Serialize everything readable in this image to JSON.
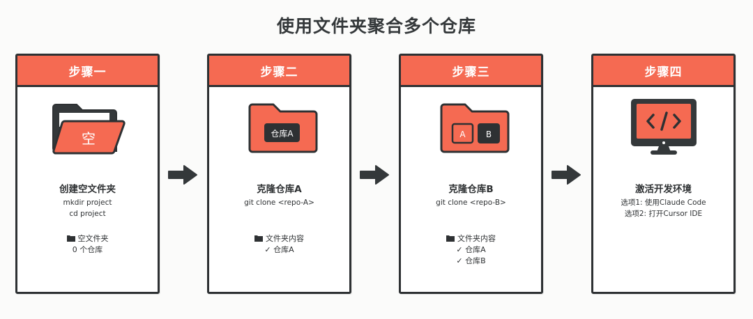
{
  "title": "使用文件夹聚合多个仓库",
  "colors": {
    "accent": "#f56a52",
    "dark": "#2e3133",
    "background": "#fbfbfa"
  },
  "steps": [
    {
      "header": "步骤一",
      "icon": "open-folder-icon",
      "icon_label": "空",
      "title": "创建空文件夹",
      "commands": [
        "mkdir project",
        "cd project"
      ],
      "status": {
        "folder_label": "空文件夹",
        "lines": [
          "0 个仓库"
        ]
      }
    },
    {
      "header": "步骤二",
      "icon": "folder-icon",
      "icon_label": "仓库A",
      "title": "克隆仓库A",
      "commands": [
        "git clone <repo-A>"
      ],
      "status": {
        "folder_label": "文件夹内容",
        "lines": [
          "✓ 仓库A"
        ]
      }
    },
    {
      "header": "步骤三",
      "icon": "folder-icon",
      "icon_labels": [
        "A",
        "B"
      ],
      "title": "克隆仓库B",
      "commands": [
        "git clone <repo-B>"
      ],
      "status": {
        "folder_label": "文件夹内容",
        "lines": [
          "✓ 仓库A",
          "✓ 仓库B"
        ]
      }
    },
    {
      "header": "步骤四",
      "icon": "monitor-code-icon",
      "icon_label": "</>",
      "title": "激活开发环境",
      "commands": [
        "选项1: 使用Claude Code",
        "选项2: 打开Cursor IDE"
      ],
      "status": null
    }
  ]
}
